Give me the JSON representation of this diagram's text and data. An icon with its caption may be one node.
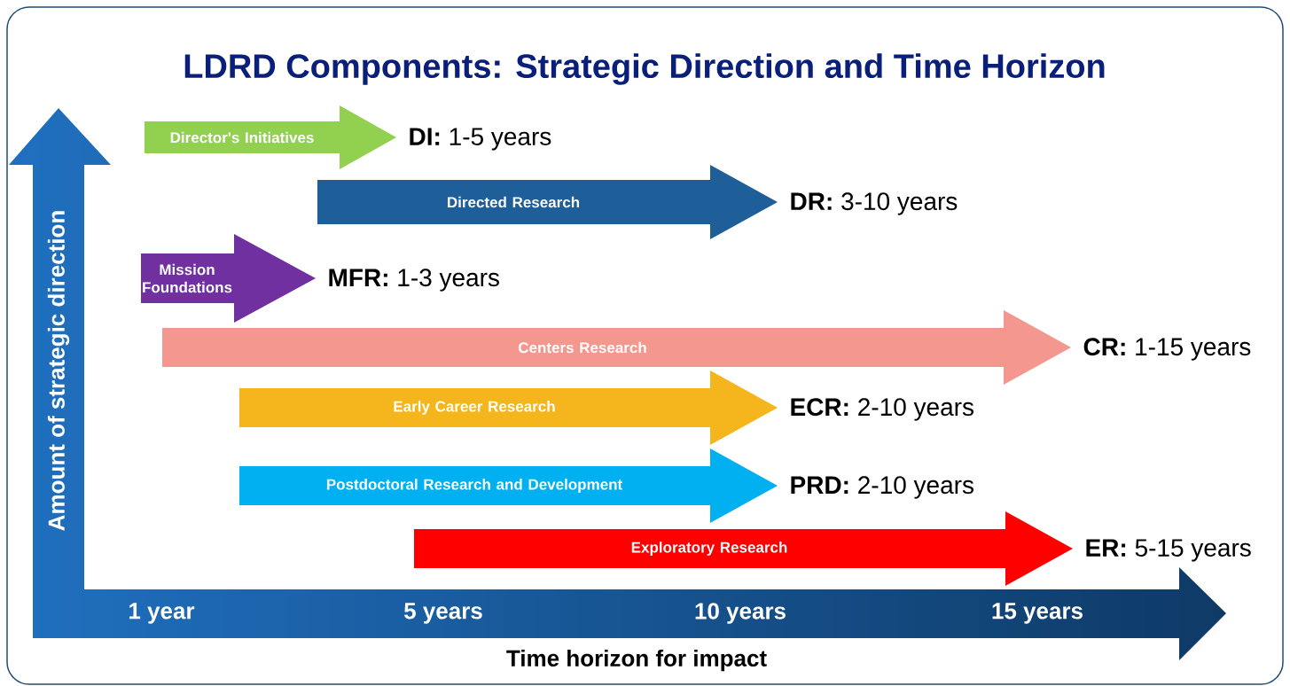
{
  "diagram": {
    "title": "LDRD Components: Strategic Direction and Time Horizon",
    "nodes": [
      {
        "text": [
          "Director's Initiatives"
        ],
        "beside": [
          "**DI:** 1-5 years"
        ]
      },
      {
        "text": [
          "Directed Research"
        ],
        "beside": [
          "**DR:** 3-10 years"
        ]
      },
      {
        "text": [
          "Mission Foundations"
        ],
        "beside": [
          "**MFR:** 1-3 years"
        ]
      },
      {
        "text": [
          "Centers Research"
        ],
        "beside": [
          "**CR:** 1-15 years"
        ]
      },
      {
        "text": [
          "Early Career Research"
        ],
        "beside": [
          "**ECR:** 2-10 years"
        ]
      },
      {
        "text": [
          "Postdoctoral Research and Development"
        ],
        "beside": [
          "**PRD:** 2-10 years"
        ]
      },
      {
        "text": [
          "Exploratory Research"
        ],
        "beside": [
          "**ER:** 5-15 years"
        ]
      }
    ],
    "labels": [
      "Amount of strategic direction",
      "1 year",
      "5 years",
      "10 years",
      "15 years",
      "Time horizon for impact"
    ]
  }
}
